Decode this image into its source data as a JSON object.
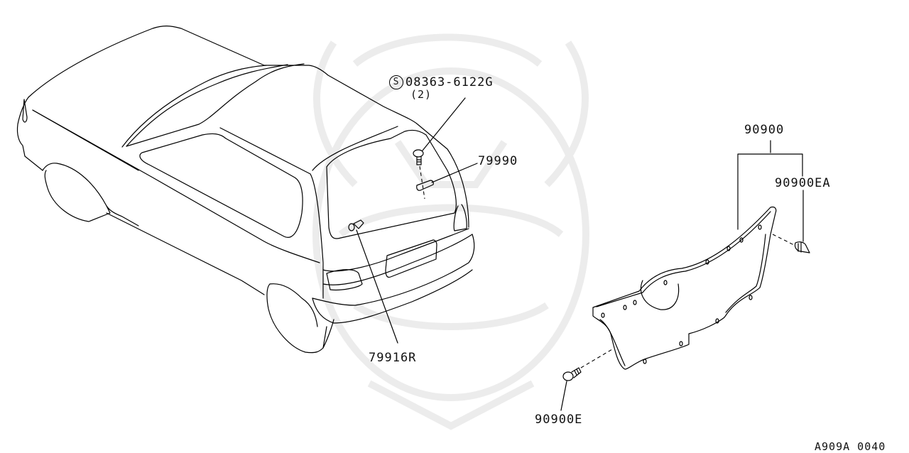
{
  "diagram": {
    "type": "parts-diagram",
    "code": "A909A 0040",
    "parts": [
      {
        "id": "screw",
        "symbol": "S",
        "part_number": "08363-6122G",
        "qty": "(2)"
      },
      {
        "id": "bracket",
        "part_number": "79990"
      },
      {
        "id": "clip",
        "part_number": "79916R"
      },
      {
        "id": "trim-board",
        "part_number": "90900"
      },
      {
        "id": "trim-clip-a",
        "part_number": "90900EA"
      },
      {
        "id": "trim-clip",
        "part_number": "90900E"
      }
    ],
    "colors": {
      "line": "#000000",
      "background": "#ffffff",
      "watermark": "#ececec"
    }
  }
}
